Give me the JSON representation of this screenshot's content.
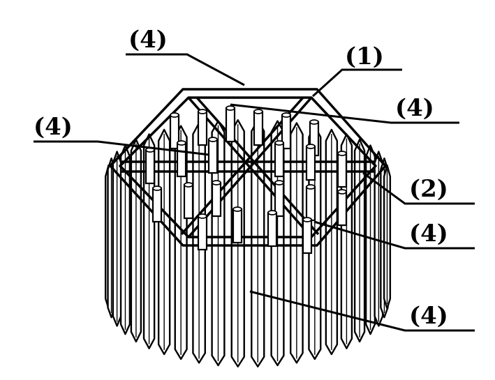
{
  "labels": [
    {
      "id": "label-1-top",
      "text": "(4)"
    },
    {
      "id": "label-2",
      "text": "(1)"
    },
    {
      "id": "label-3",
      "text": "(4)"
    },
    {
      "id": "label-4",
      "text": "(4)"
    },
    {
      "id": "label-5",
      "text": "(2)"
    },
    {
      "id": "label-6",
      "text": "(4)"
    },
    {
      "id": "label-7",
      "text": "(4)"
    }
  ]
}
